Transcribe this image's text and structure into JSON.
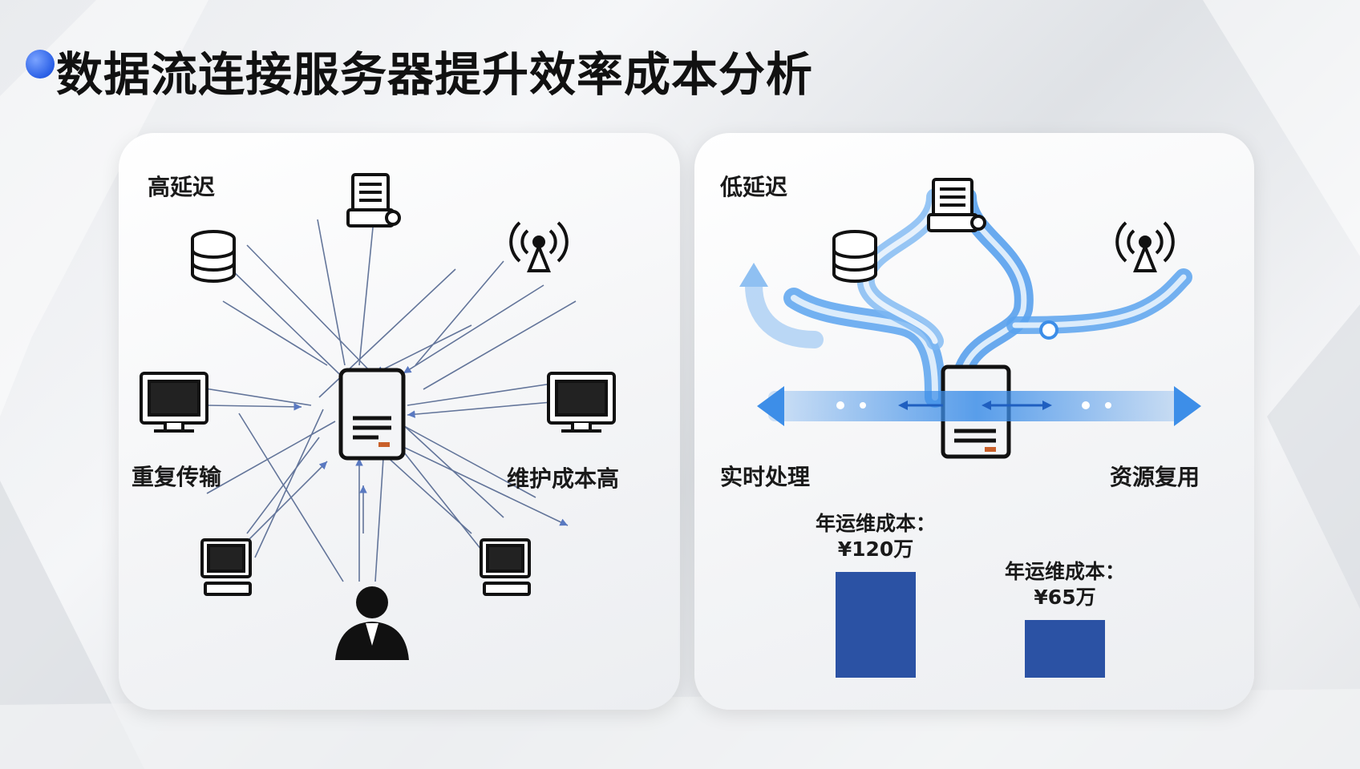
{
  "title": "数据流连接服务器提升效率成本分析",
  "colors": {
    "accent": "#2a5fe6",
    "bar": "#2b52a4",
    "flow_blue": "#3d8ee8",
    "line": "#4a5f8a"
  },
  "left_panel": {
    "label_top": "高延迟",
    "label_left": "重复传输",
    "label_right": "维护成本高",
    "icons": [
      "document-server-icon",
      "database-icon",
      "antenna-icon",
      "monitor-icon",
      "monitor-icon",
      "computer-icon",
      "computer-icon",
      "user-icon",
      "server-icon"
    ]
  },
  "right_panel": {
    "label_top": "低延迟",
    "label_left": "实时处理",
    "label_right": "资源复用",
    "icons": [
      "document-server-icon",
      "database-icon",
      "antenna-icon",
      "server-icon"
    ]
  },
  "chart_data": {
    "type": "bar",
    "categories": [
      "left",
      "right"
    ],
    "values": [
      120,
      65
    ],
    "labels": [
      {
        "line1": "年运维成本：",
        "line2": "¥120万"
      },
      {
        "line1": "年运维成本：",
        "line2": "¥65万"
      }
    ],
    "ylim": [
      0,
      120
    ]
  }
}
